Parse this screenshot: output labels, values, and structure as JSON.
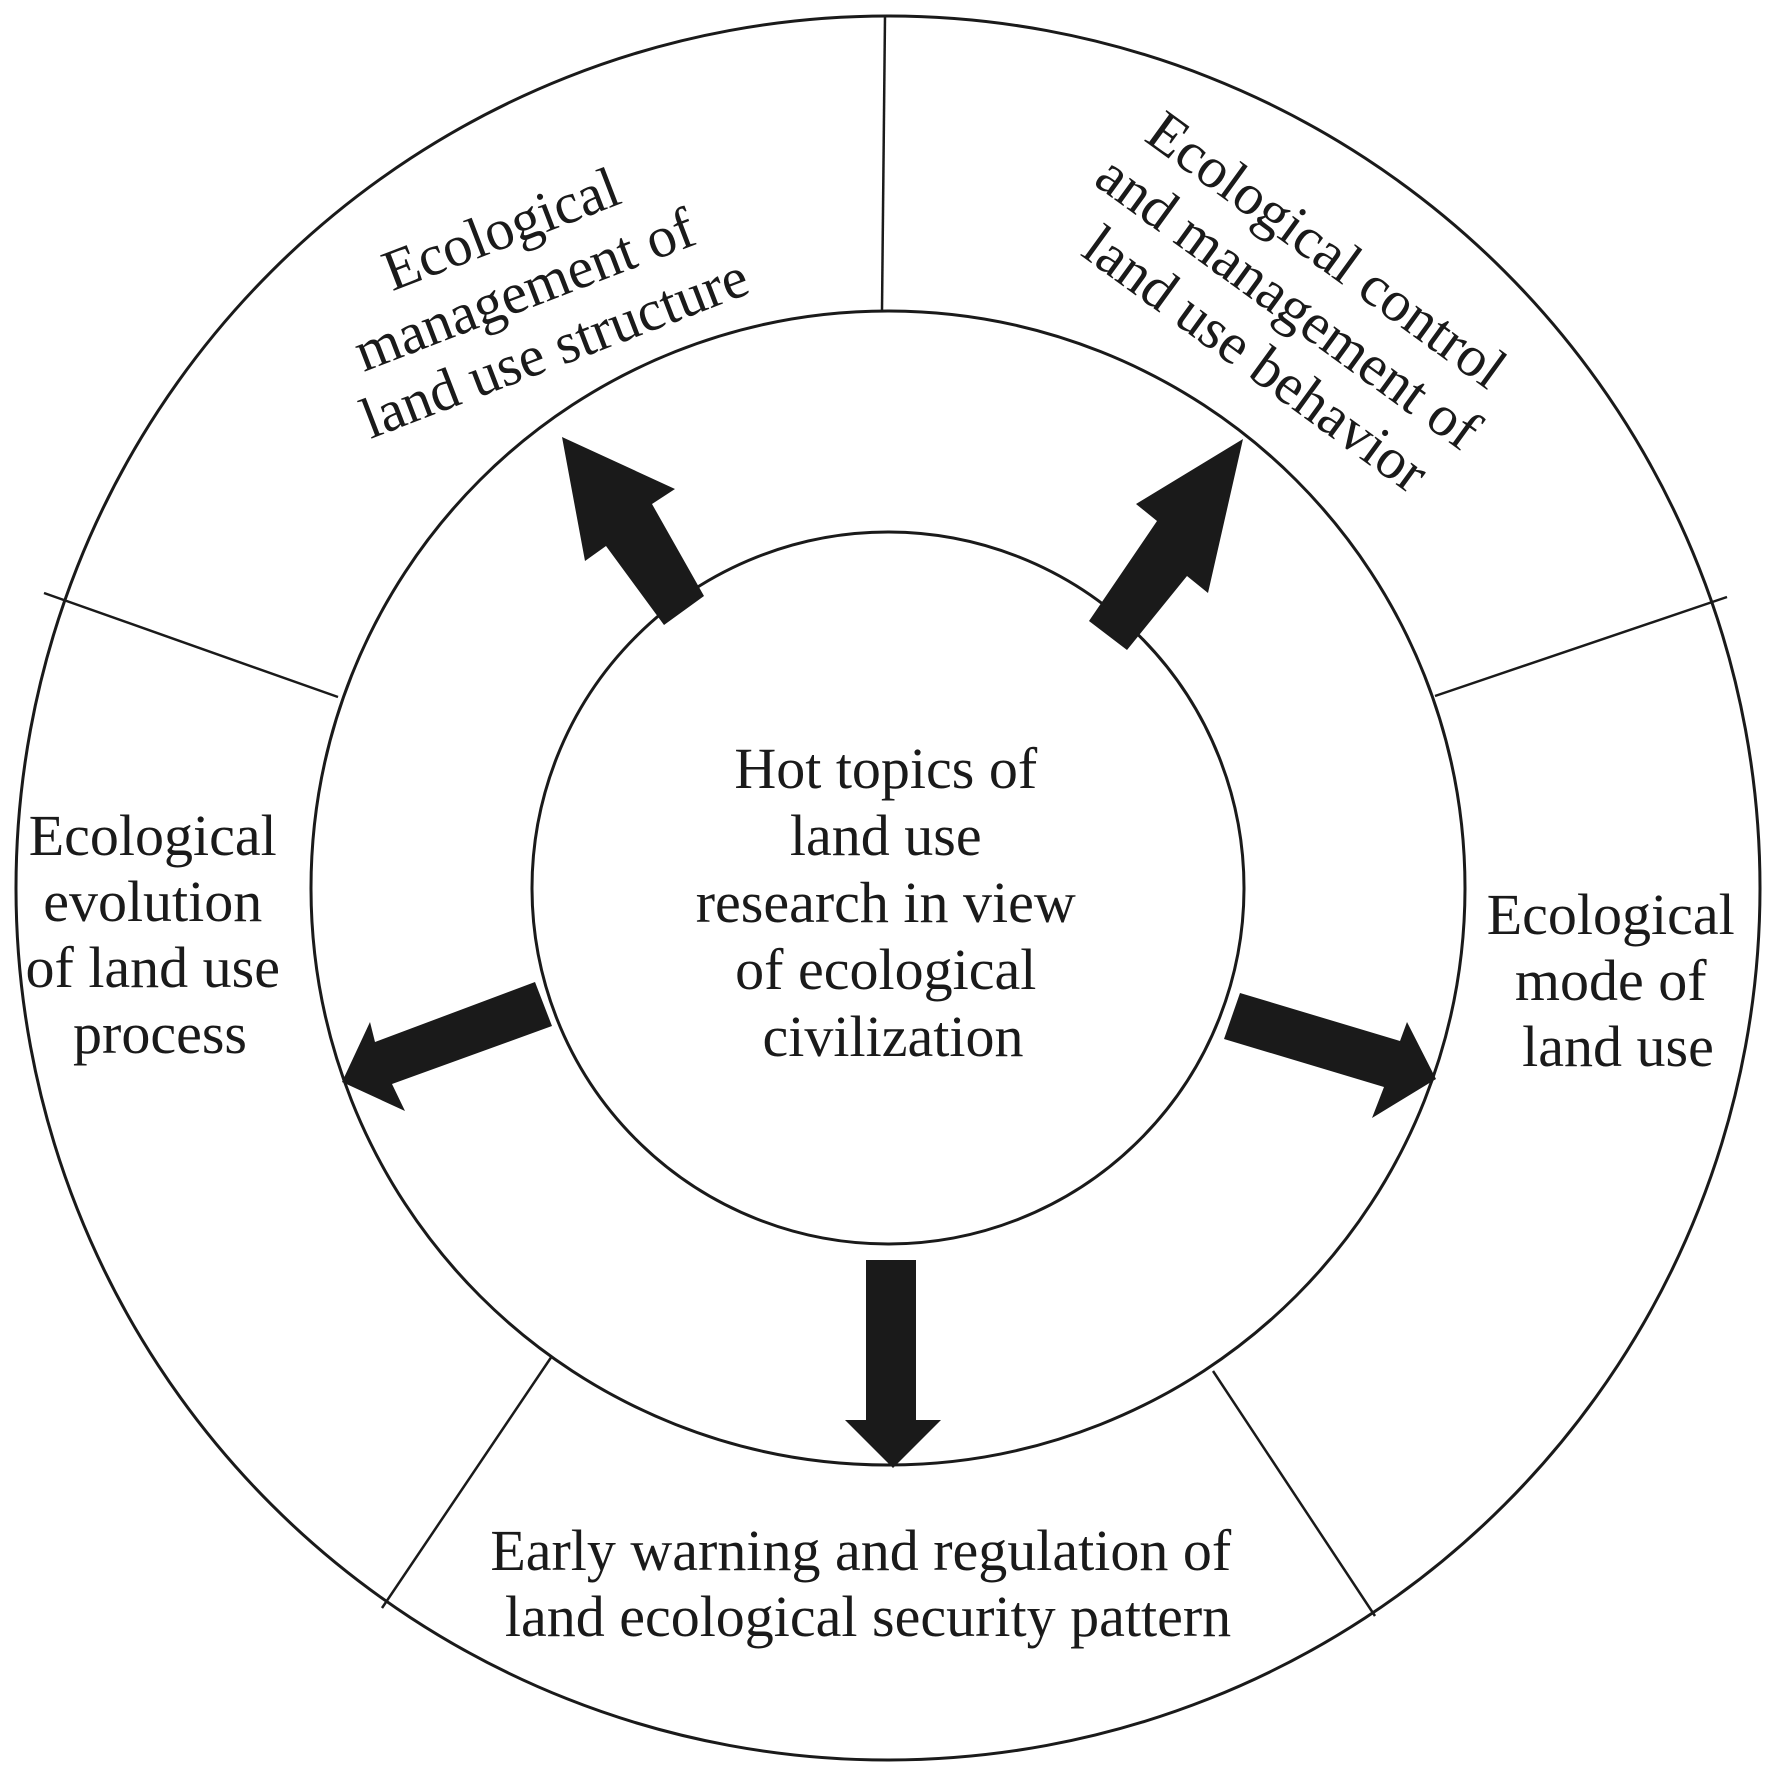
{
  "center": {
    "lines": [
      "Hot topics of",
      "land use",
      "research in view",
      "of ecological",
      "civilization"
    ]
  },
  "topics": [
    {
      "id": "structure",
      "lines": [
        "Ecological",
        "management of",
        "land use structure"
      ]
    },
    {
      "id": "behavior",
      "lines": [
        "Ecological control",
        "and management of",
        "land use behavior"
      ]
    },
    {
      "id": "mode",
      "lines": [
        "Ecological",
        "mode of",
        "land use"
      ]
    },
    {
      "id": "security",
      "lines": [
        "Early warning and regulation of",
        "land ecological security pattern"
      ]
    },
    {
      "id": "evolution",
      "lines": [
        "Ecological",
        "evolution",
        "of land use",
        "process"
      ]
    }
  ],
  "colors": {
    "ink": "#1a1a1a",
    "background": "#ffffff"
  }
}
